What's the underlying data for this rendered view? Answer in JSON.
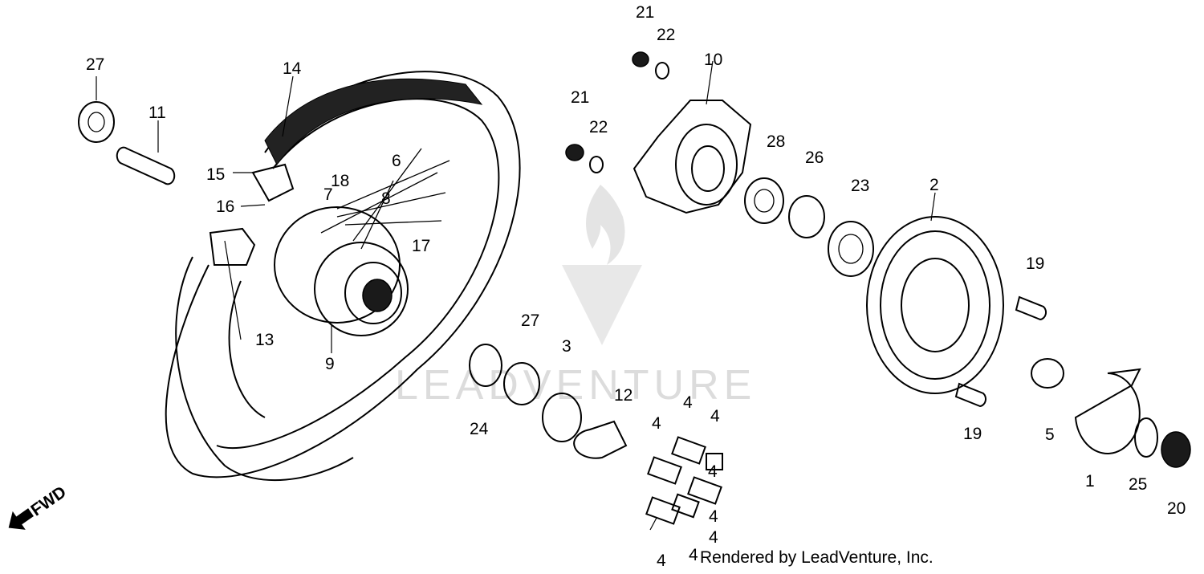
{
  "watermark": {
    "text": "LEADVENTURE",
    "color": "#dcdcdc"
  },
  "direction_indicator": {
    "label": "FWD",
    "icon": "arrow-left-down-icon"
  },
  "credit": "Rendered by LeadVenture, Inc.",
  "callouts": [
    "27",
    "11",
    "14",
    "15",
    "16",
    "18",
    "6",
    "7",
    "8",
    "17",
    "9",
    "13",
    "21",
    "22",
    "21",
    "22",
    "10",
    "28",
    "26",
    "23",
    "2",
    "19",
    "5",
    "1",
    "25",
    "20",
    "19",
    "27",
    "3",
    "24",
    "12",
    "4",
    "4",
    "4",
    "4",
    "4",
    "4",
    "4",
    "4"
  ]
}
